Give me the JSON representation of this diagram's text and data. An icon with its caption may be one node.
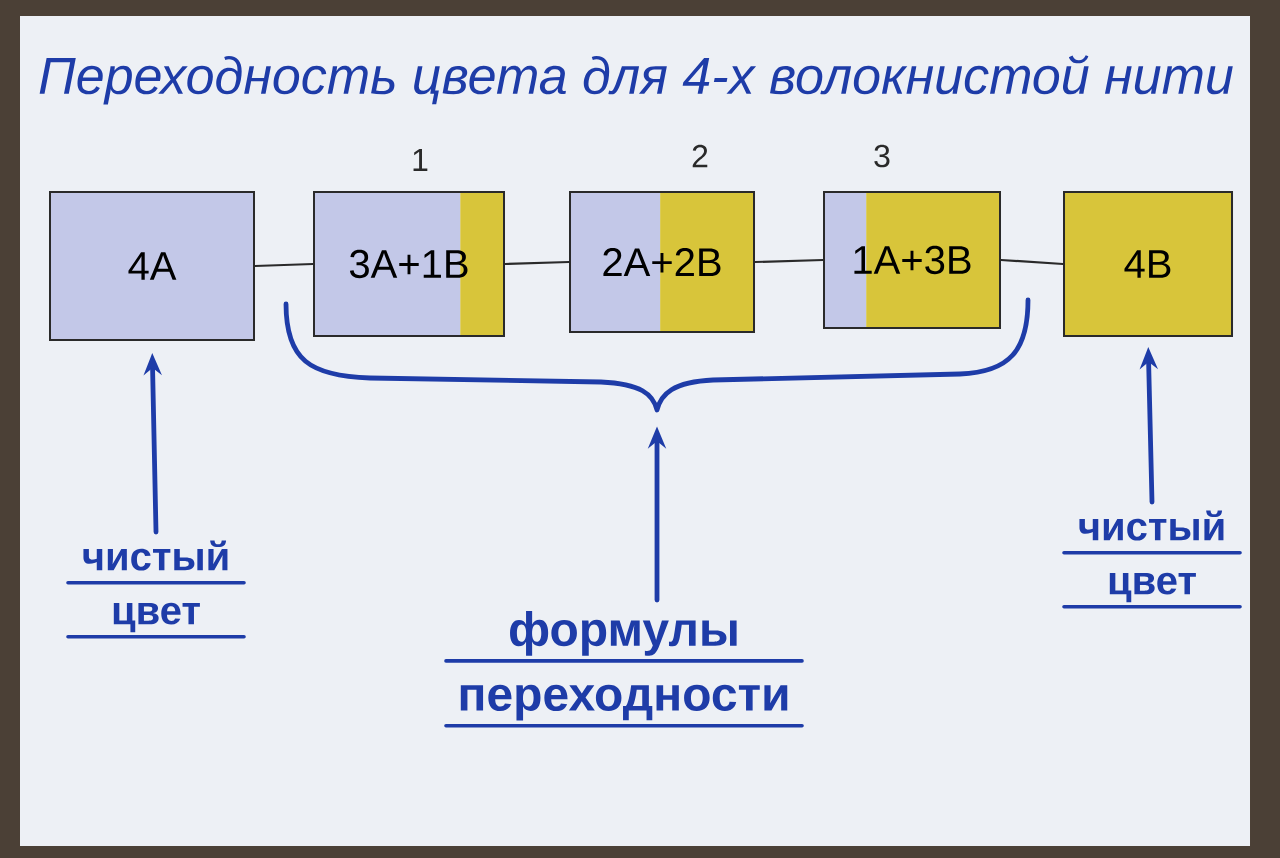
{
  "diagram": {
    "title": "Переходность цвета для 4-х волокнистой нити",
    "nodes": [
      {
        "text": [
          "4A"
        ]
      },
      {
        "text": [
          "3A+1B"
        ],
        "beside": [
          "1"
        ]
      },
      {
        "text": [
          "2A+2B"
        ],
        "beside": [
          "2"
        ]
      },
      {
        "text": [
          "1A+3B"
        ],
        "beside": [
          "3"
        ]
      },
      {
        "text": [
          "4B"
        ]
      },
      {
        "text": [],
        "shape": "brace"
      },
      {
        "text": [
          "чистый цвет"
        ]
      },
      {
        "text": [
          "формулы переходности"
        ]
      },
      {
        "text": [
          "чистый цвет"
        ]
      }
    ],
    "edges": [
      {
        "from": 0,
        "to": 1,
        "arrow": "none"
      },
      {
        "from": 1,
        "to": 2,
        "arrow": "none"
      },
      {
        "from": 2,
        "to": 3,
        "arrow": "none"
      },
      {
        "from": 3,
        "to": 4,
        "arrow": "none"
      },
      {
        "from": 6,
        "to": 0,
        "arrow": "to",
        "color": "#1e3ca8"
      },
      {
        "from": 7,
        "to": 5,
        "arrow": "to",
        "color": "#1e3ca8"
      },
      {
        "from": 8,
        "to": 4,
        "arrow": "to",
        "color": "#1e3ca8"
      }
    ]
  }
}
